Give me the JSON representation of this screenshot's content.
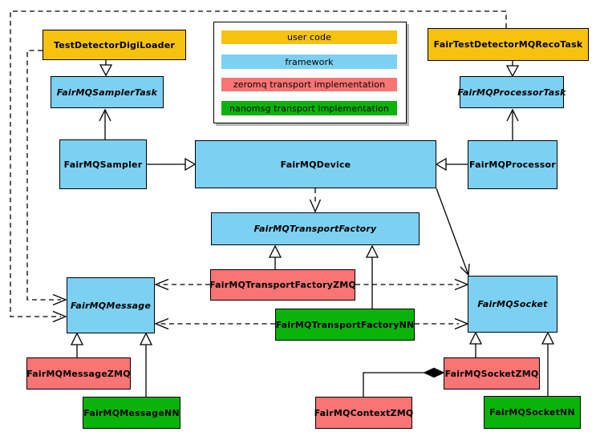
{
  "palette": {
    "user_code": "#F6C20E",
    "framework": "#7CD1F3",
    "zeromq": "#F97474",
    "nanomsg": "#0AB30A",
    "border": "#000000",
    "background": "#FFFFFF"
  },
  "legend": {
    "items": [
      {
        "label": "user code",
        "color": "#F6C20E"
      },
      {
        "label": "framework",
        "color": "#7CD1F3"
      },
      {
        "label": "zeromq transport implementation",
        "color": "#F97474"
      },
      {
        "label": "nanomsg transport implementation",
        "color": "#0AB30A"
      }
    ]
  },
  "nodes": {
    "test_detector_digi_loader": {
      "label": "TestDetectorDigiLoader"
    },
    "fair_test_detector_mq_reco_task": {
      "label": "FairTestDetectorMQRecoTask"
    },
    "fair_mq_sampler_task": {
      "label": "FairMQSamplerTask"
    },
    "fair_mq_processor_task": {
      "label": "FairMQProcessorTask"
    },
    "fair_mq_sampler": {
      "label": "FairMQSampler"
    },
    "fair_mq_device": {
      "label": "FairMQDevice"
    },
    "fair_mq_processor": {
      "label": "FairMQProcessor"
    },
    "fair_mq_transport_factory": {
      "label": "FairMQTransportFactory"
    },
    "fair_mq_transport_factory_zmq": {
      "label": "FairMQTransportFactoryZMQ"
    },
    "fair_mq_transport_factory_nn": {
      "label": "FairMQTransportFactoryNN"
    },
    "fair_mq_message": {
      "label": "FairMQMessage"
    },
    "fair_mq_socket": {
      "label": "FairMQSocket"
    },
    "fair_mq_message_zmq": {
      "label": "FairMQMessageZMQ"
    },
    "fair_mq_message_nn": {
      "label": "FairMQMessageNN"
    },
    "fair_mq_socket_zmq": {
      "label": "FairMQSocketZMQ"
    },
    "fair_mq_context_zmq": {
      "label": "FairMQContextZMQ"
    },
    "fair_mq_socket_nn": {
      "label": "FairMQSocketNN"
    }
  },
  "edges": [
    {
      "from": "TestDetectorDigiLoader",
      "to": "FairMQSamplerTask",
      "type": "inheritance-triangle"
    },
    {
      "from": "FairTestDetectorMQRecoTask",
      "to": "FairMQProcessorTask",
      "type": "inheritance-triangle"
    },
    {
      "from": "FairMQSampler",
      "to": "FairMQSamplerTask",
      "type": "open-arrow"
    },
    {
      "from": "FairMQProcessor",
      "to": "FairMQProcessorTask",
      "type": "open-arrow"
    },
    {
      "from": "FairMQSampler",
      "to": "FairMQDevice",
      "type": "inheritance-triangle"
    },
    {
      "from": "FairMQProcessor",
      "to": "FairMQDevice",
      "type": "inheritance-triangle"
    },
    {
      "from": "FairMQDevice",
      "to": "FairMQTransportFactory",
      "type": "dashed-dependency"
    },
    {
      "from": "FairMQDevice",
      "to": "FairMQSocket",
      "type": "open-arrow"
    },
    {
      "from": "FairMQTransportFactoryZMQ",
      "to": "FairMQTransportFactory",
      "type": "inheritance-triangle"
    },
    {
      "from": "FairMQTransportFactoryNN",
      "to": "FairMQTransportFactory",
      "type": "inheritance-triangle"
    },
    {
      "from": "FairMQTransportFactoryZMQ",
      "to": "FairMQMessage",
      "type": "dashed-dependency"
    },
    {
      "from": "FairMQTransportFactoryZMQ",
      "to": "FairMQSocket",
      "type": "dashed-dependency"
    },
    {
      "from": "FairMQTransportFactoryNN",
      "to": "FairMQMessage",
      "type": "dashed-dependency"
    },
    {
      "from": "FairMQTransportFactoryNN",
      "to": "FairMQSocket",
      "type": "dashed-dependency"
    },
    {
      "from": "FairTestDetectorMQRecoTask",
      "to": "FairMQMessage",
      "type": "dashed-dependency"
    },
    {
      "from": "TestDetectorDigiLoader",
      "to": "FairMQMessage",
      "type": "dashed-dependency"
    },
    {
      "from": "FairMQMessageZMQ",
      "to": "FairMQMessage",
      "type": "inheritance-triangle"
    },
    {
      "from": "FairMQMessageNN",
      "to": "FairMQMessage",
      "type": "inheritance-triangle"
    },
    {
      "from": "FairMQSocketZMQ",
      "to": "FairMQSocket",
      "type": "inheritance-triangle"
    },
    {
      "from": "FairMQSocketNN",
      "to": "FairMQSocket",
      "type": "inheritance-triangle"
    },
    {
      "from": "FairMQContextZMQ",
      "to": "FairMQSocketZMQ",
      "type": "composition-diamond"
    }
  ]
}
